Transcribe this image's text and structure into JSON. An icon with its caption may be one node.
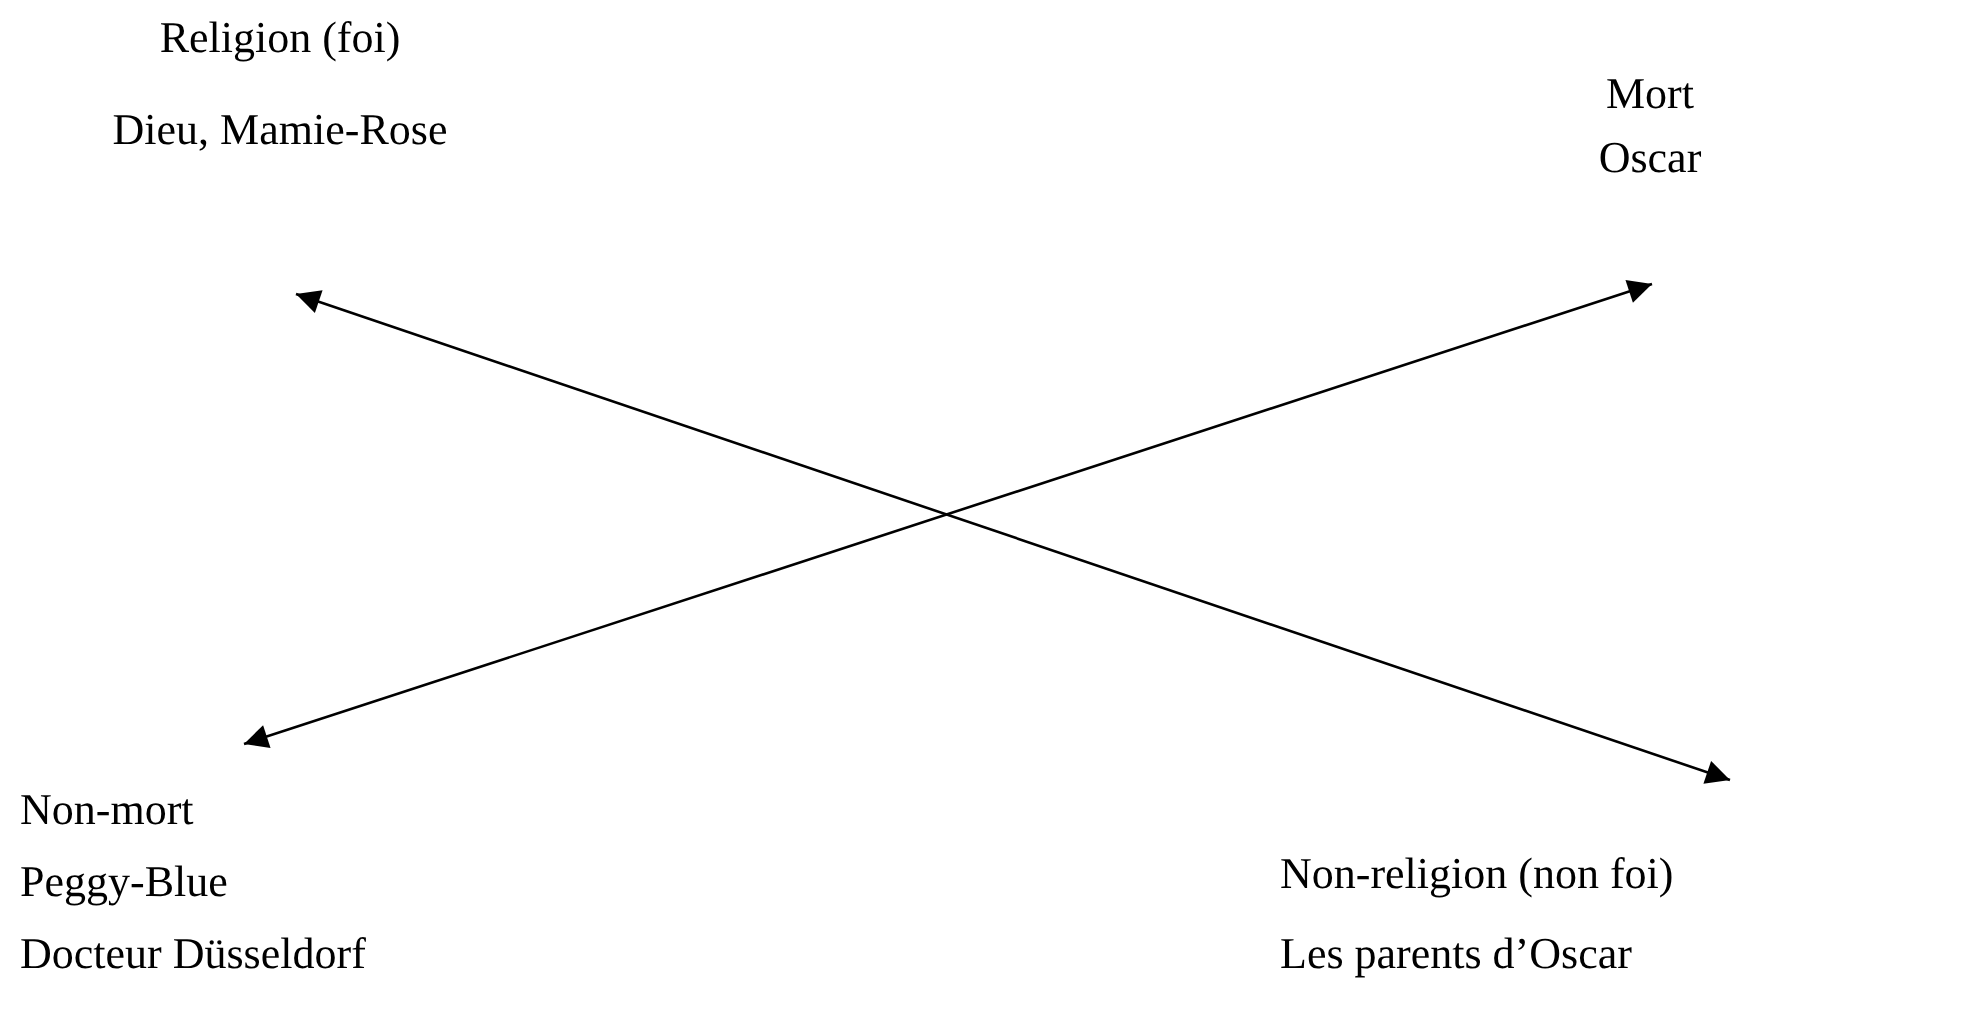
{
  "diagram": {
    "nodes": [
      {
        "text": [
          "Religion (foi)",
          "Dieu, Mamie-Rose"
        ]
      },
      {
        "text": [
          "Mort",
          "Oscar"
        ]
      },
      {
        "text": [
          "Non-mort",
          "Peggy-Blue",
          "Docteur Düsseldorf"
        ]
      },
      {
        "text": [
          "Non-religion (non foi)",
          "Les parents d’Oscar"
        ]
      }
    ],
    "edges": [
      {
        "from": 0,
        "to": 3,
        "arrow": "both"
      },
      {
        "from": 2,
        "to": 1,
        "arrow": "both"
      }
    ]
  }
}
